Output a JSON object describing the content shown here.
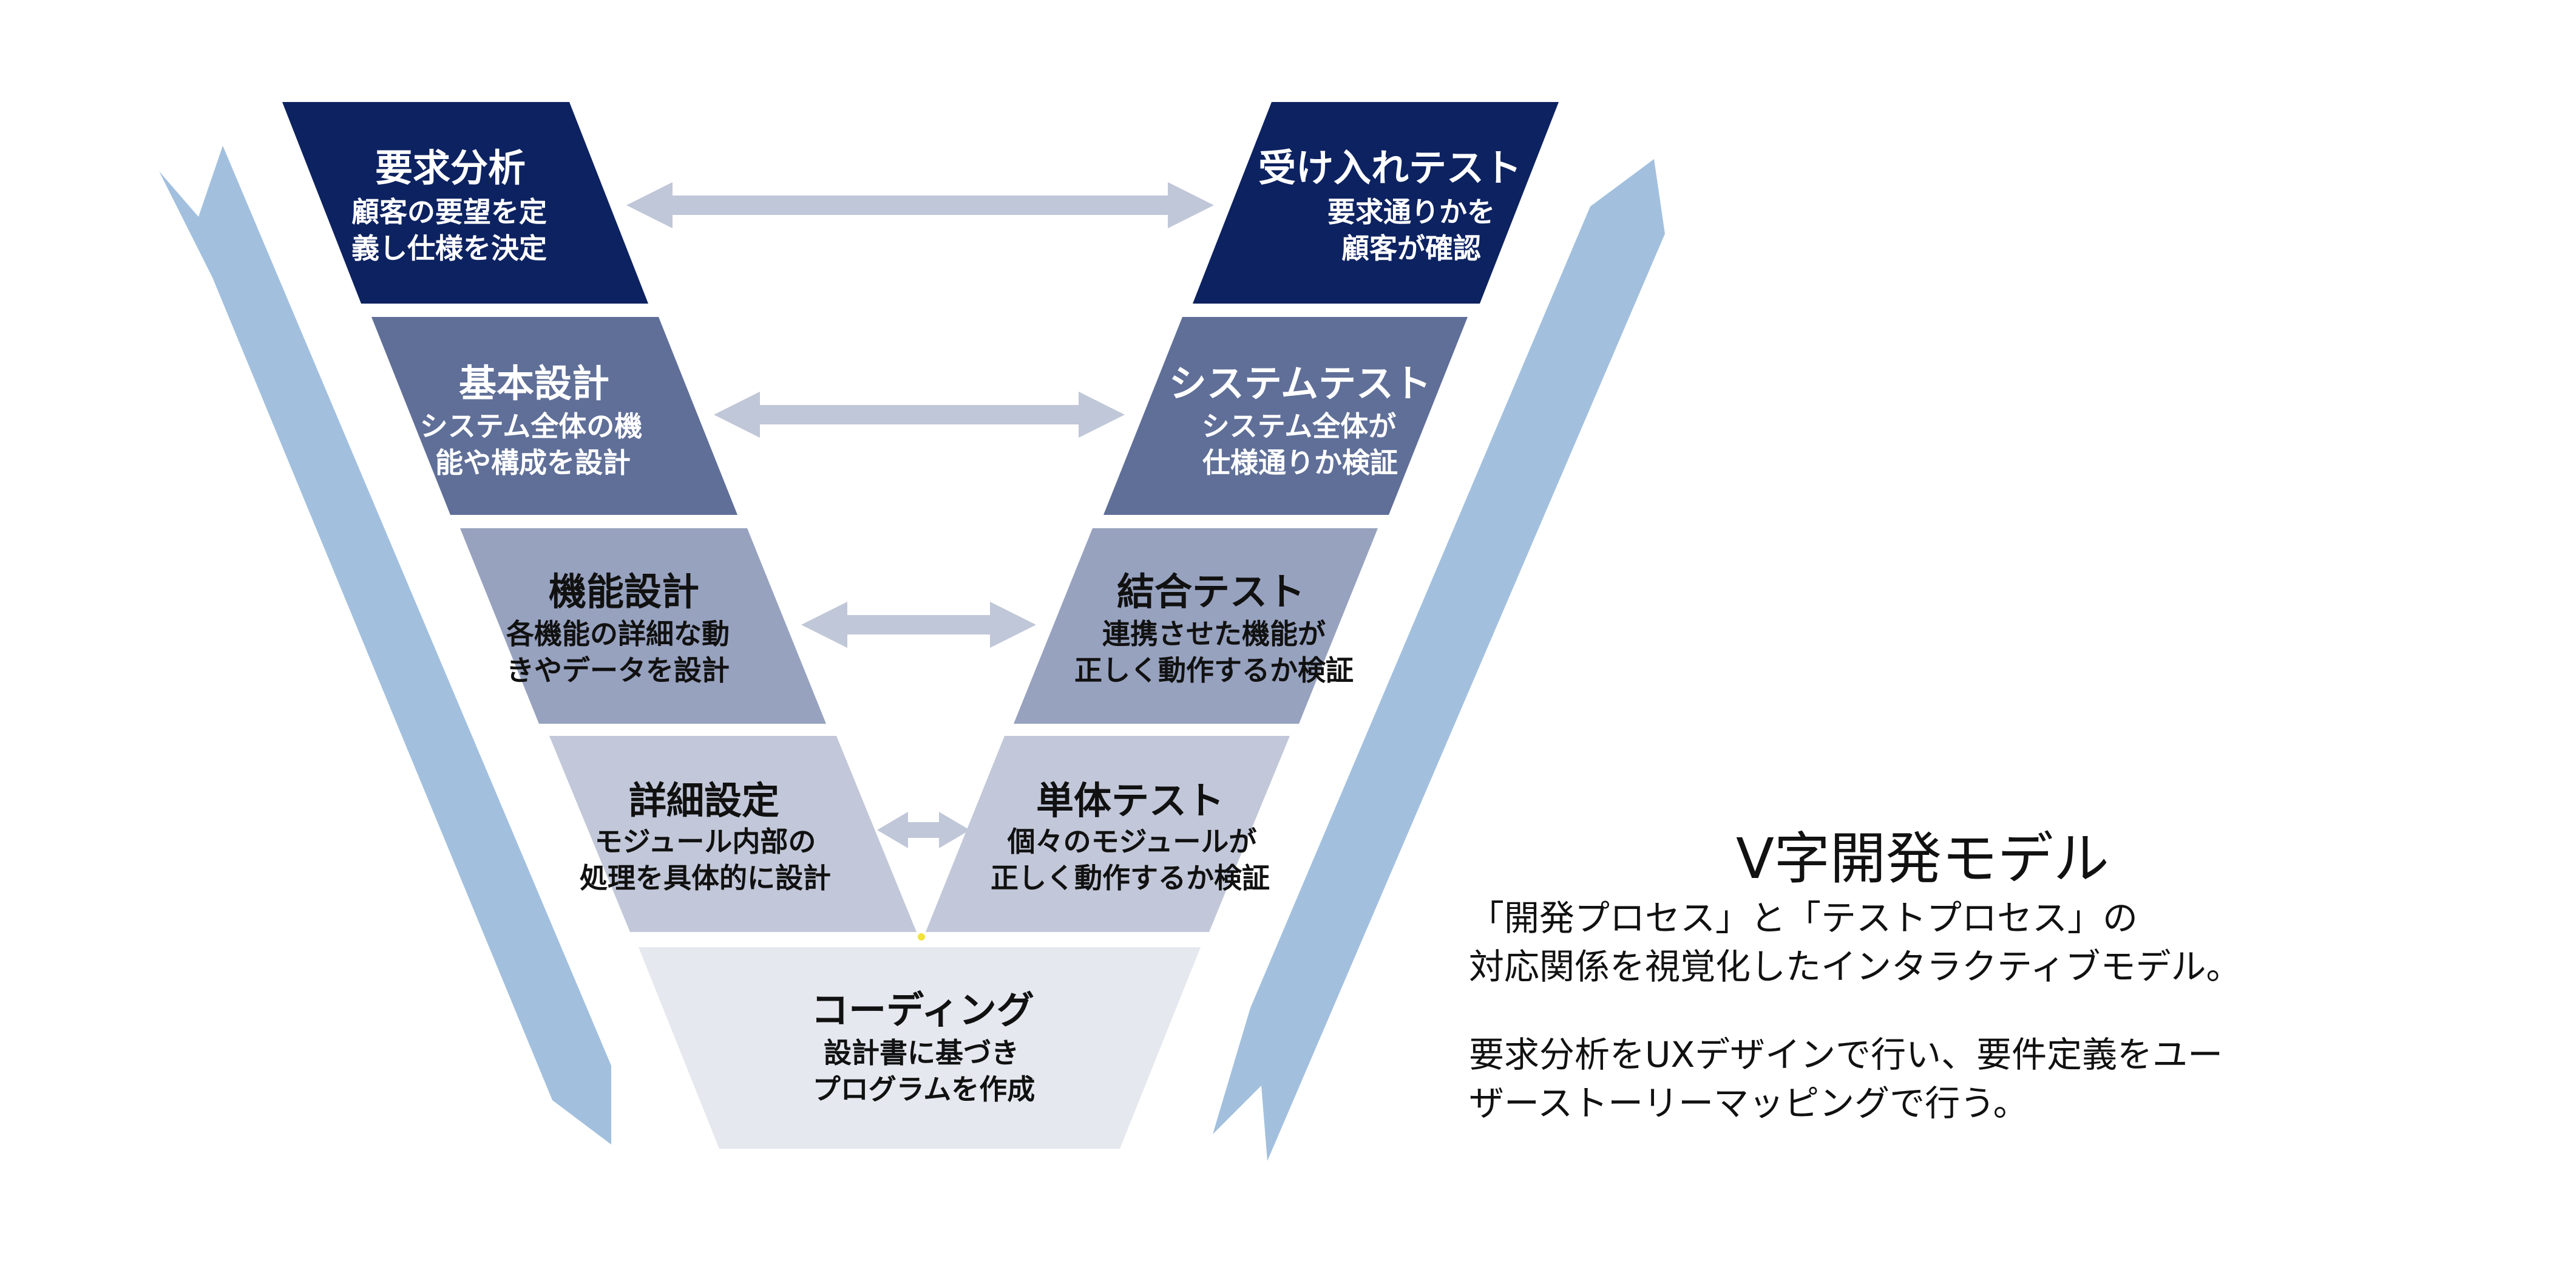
{
  "stages": {
    "req_analysis": {
      "title": "要求分析",
      "desc1": "顧客の要望を定",
      "desc2": "義し仕様を決定",
      "color": "#0d2260"
    },
    "basic_design": {
      "title": "基本設計",
      "desc1": "システム全体の機",
      "desc2": "能や構成を設計",
      "color": "#5f6f98"
    },
    "func_design": {
      "title": "機能設計",
      "desc1": "各機能の詳細な動",
      "desc2": "きやデータを設計",
      "color": "#97a2bf"
    },
    "detail_design": {
      "title": "詳細設定",
      "desc1": "モジュール内部の",
      "desc2": "処理を具体的に設計",
      "color": "#c2c8d9"
    },
    "coding": {
      "title": "コーディング",
      "desc1": "設計書に基づき",
      "desc2": "プログラムを作成",
      "color": "#e5e8ef"
    },
    "unit_test": {
      "title": "単体テスト",
      "desc1": "個々のモジュールが",
      "desc2": "正しく動作するか検証",
      "color": "#c2c8d9"
    },
    "integration_test": {
      "title": "結合テスト",
      "desc1": "連携させた機能が",
      "desc2": "正しく動作するか検証",
      "color": "#97a2bf"
    },
    "system_test": {
      "title": "システムテスト",
      "desc1": "システム全体が",
      "desc2": "仕様通りか検証",
      "color": "#5f6f98"
    },
    "acceptance_test": {
      "title": "受け入れテスト",
      "desc1": "要求通りかを",
      "desc2": "顧客が確認",
      "color": "#0d2260"
    }
  },
  "info": {
    "title": "V字開発モデル",
    "line1": "「開発プロセス」と「テストプロセス」の",
    "line2": "対応関係を視覚化したインタラクティブモデル。",
    "line3": "要求分析をUXデザインで行い、要件定義をユー",
    "line4": "ザーストーリーマッピングで行う。"
  },
  "colors": {
    "flow_arrow": "#a2c0de",
    "link_arrow": "#c0c7d8",
    "title_light": "#ffffff",
    "title_dark": "#111111"
  }
}
